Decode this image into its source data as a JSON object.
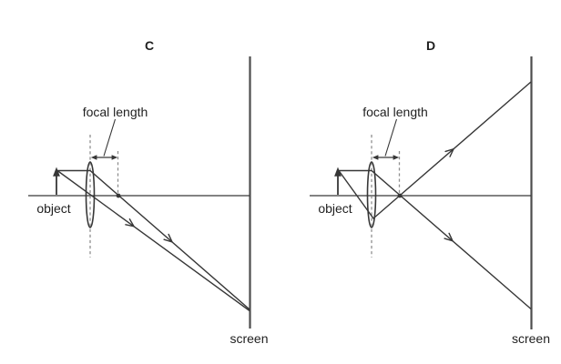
{
  "colors": {
    "line": "#373737",
    "dash": "#8f8f8f",
    "text": "#1f1f1f",
    "bg": "#ffffff"
  },
  "figure": {
    "kind": "converging-lens ray diagrams, two multiple-choice options",
    "diagrams": [
      {
        "title": "C",
        "labels": {
          "focal_length": "focal length",
          "object": "object",
          "screen": "screen"
        }
      },
      {
        "title": "D",
        "labels": {
          "focal_length": "focal length",
          "object": "object",
          "screen": "screen"
        }
      }
    ]
  }
}
